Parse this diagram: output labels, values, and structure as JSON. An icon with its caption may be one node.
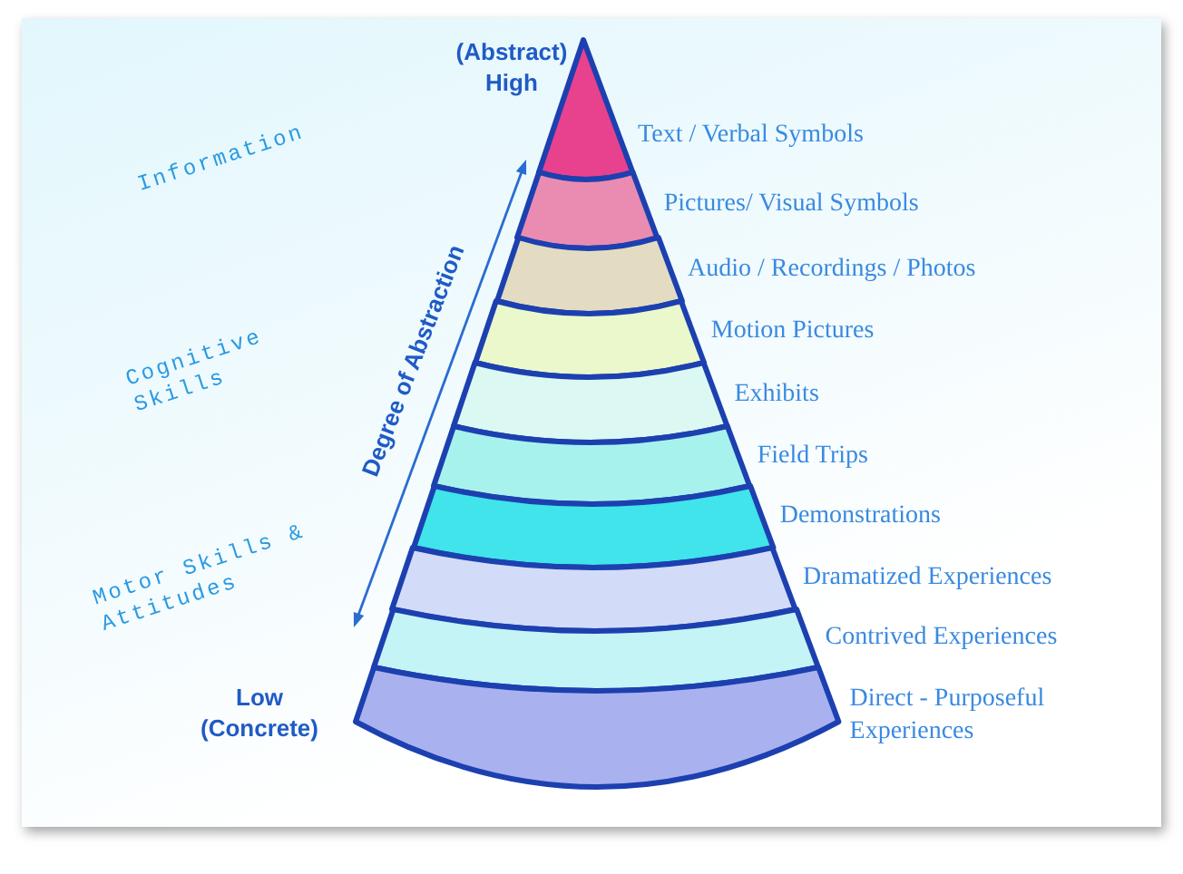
{
  "diagram": {
    "nodes": [
      {
        "text": [],
        "shape": "triangle",
        "beside": [
          "Text / Verbal Symbols"
        ]
      },
      {
        "text": [],
        "shape": "band",
        "beside": [
          "Pictures/ Visual Symbols"
        ]
      },
      {
        "text": [],
        "shape": "band",
        "beside": [
          "Audio / Recordings / Photos"
        ]
      },
      {
        "text": [],
        "shape": "band",
        "beside": [
          "Motion Pictures"
        ]
      },
      {
        "text": [],
        "shape": "band",
        "beside": [
          "Exhibits"
        ]
      },
      {
        "text": [],
        "shape": "band",
        "beside": [
          "Field Trips"
        ]
      },
      {
        "text": [],
        "shape": "band",
        "beside": [
          "Demonstrations"
        ]
      },
      {
        "text": [],
        "shape": "band",
        "beside": [
          "Dramatized Experiences"
        ]
      },
      {
        "text": [],
        "shape": "band",
        "beside": [
          "Contrived Experiences"
        ]
      },
      {
        "text": [],
        "shape": "band",
        "beside": [
          "Direct - Purposeful Experiences"
        ]
      }
    ],
    "labels": [
      "(Abstract) High",
      "Information",
      "Degree of Abstraction",
      "Cognitive Skills",
      "Motor Skills & Attitudes",
      "Low (Concrete)"
    ]
  }
}
